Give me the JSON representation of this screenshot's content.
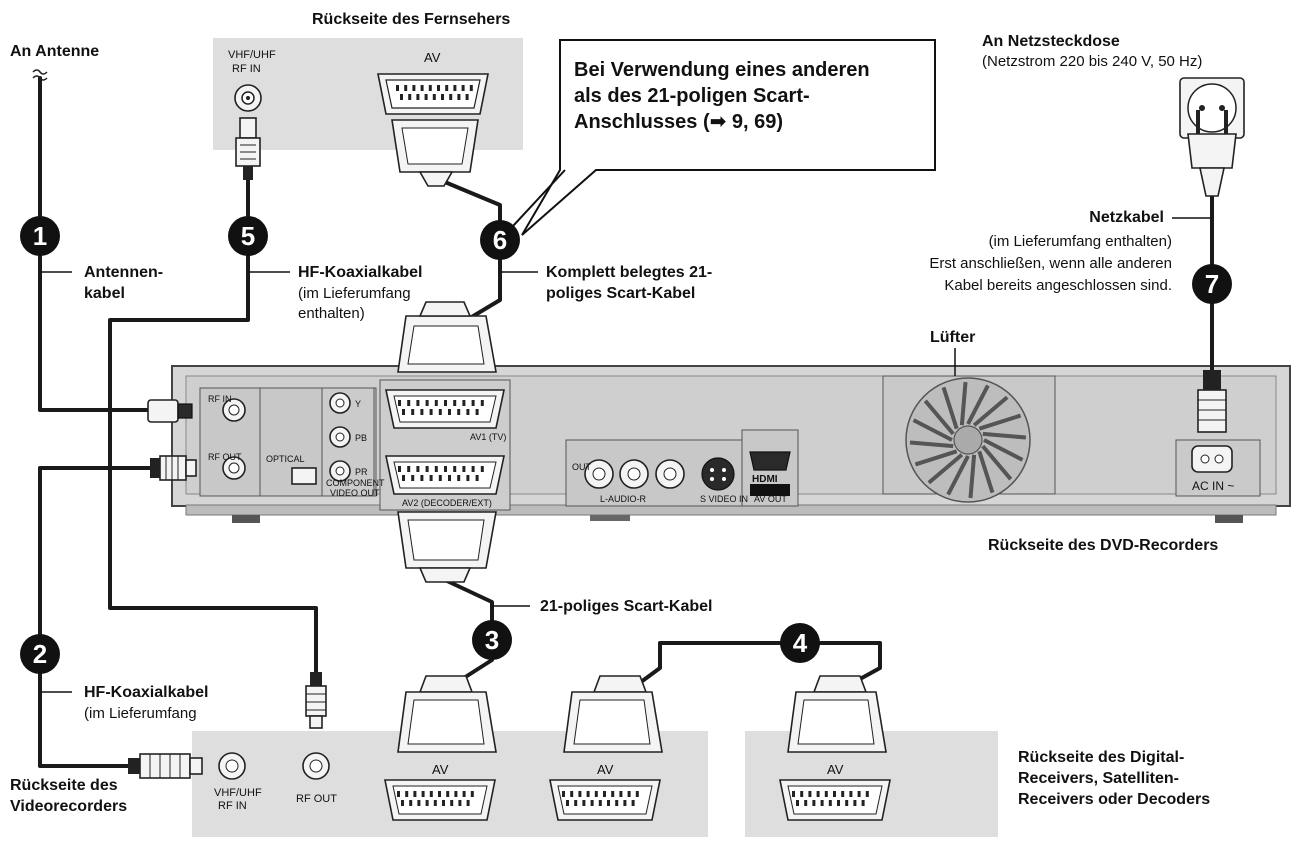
{
  "labels": {
    "tv_rear": "Rückseite des Fernsehers",
    "antenna": "An Antenne",
    "mains_title": "An Netzsteckdose",
    "mains_sub": "(Netzstrom 220 bis 240 V, 50 Hz)",
    "callout_line1": "Bei Verwendung eines anderen",
    "callout_line2": "als des 21-poligen Scart-",
    "callout_line3": "Anschlusses (➡ 9, 69)",
    "antenna_cable_1": "Antennen-",
    "antenna_cable_2": "kabel",
    "rf_cable_top_1": "HF-Koaxialkabel",
    "rf_cable_top_2": "(im Lieferumfang",
    "rf_cable_top_3": "enthalten)",
    "scart_full_1": "Komplett belegtes 21-",
    "scart_full_2": "poliges Scart-Kabel",
    "power_cable_1": "Netzkabel",
    "power_cable_2": "(im Lieferumfang enthalten)",
    "power_cable_3": "Erst anschließen, wenn alle anderen",
    "power_cable_4": "Kabel bereits angeschlossen sind.",
    "fan": "Lüfter",
    "dvd_rear": "Rückseite des DVD-Recorders",
    "scart_21": "21-poliges Scart-Kabel",
    "rf_cable_bottom_1": "HF-Koaxialkabel",
    "rf_cable_bottom_2": "(im Lieferumfang",
    "vcr_rear_1": "Rückseite des",
    "vcr_rear_2": "Videorecorders",
    "receiver_rear_1": "Rückseite des Digital-",
    "receiver_rear_2": "Receivers, Satelliten-",
    "receiver_rear_3": "Receivers oder Decoders"
  },
  "ports": {
    "vhf_uhf_1": "VHF/UHF",
    "rf_in": "RF IN",
    "av": "AV",
    "rf_out": "RF OUT",
    "ac_in": "AC IN ~",
    "optical": "OPTICAL",
    "component_1": "COMPONENT",
    "component_2": "VIDEO OUT",
    "av1_tv": "AV1 (TV)",
    "av2": "AV2 (DECODER/EXT)",
    "hdmi": "HDMI",
    "av_out": "AV OUT",
    "svideo": "S VIDEO IN",
    "audio": "L-AUDIO-R",
    "out": "OUT",
    "y": "Y",
    "pb": "PB",
    "pr": "PR",
    "rf_in_small": "RF IN",
    "rf_out_small": "RF OUT"
  },
  "steps": [
    "1",
    "2",
    "3",
    "4",
    "5",
    "6",
    "7"
  ]
}
